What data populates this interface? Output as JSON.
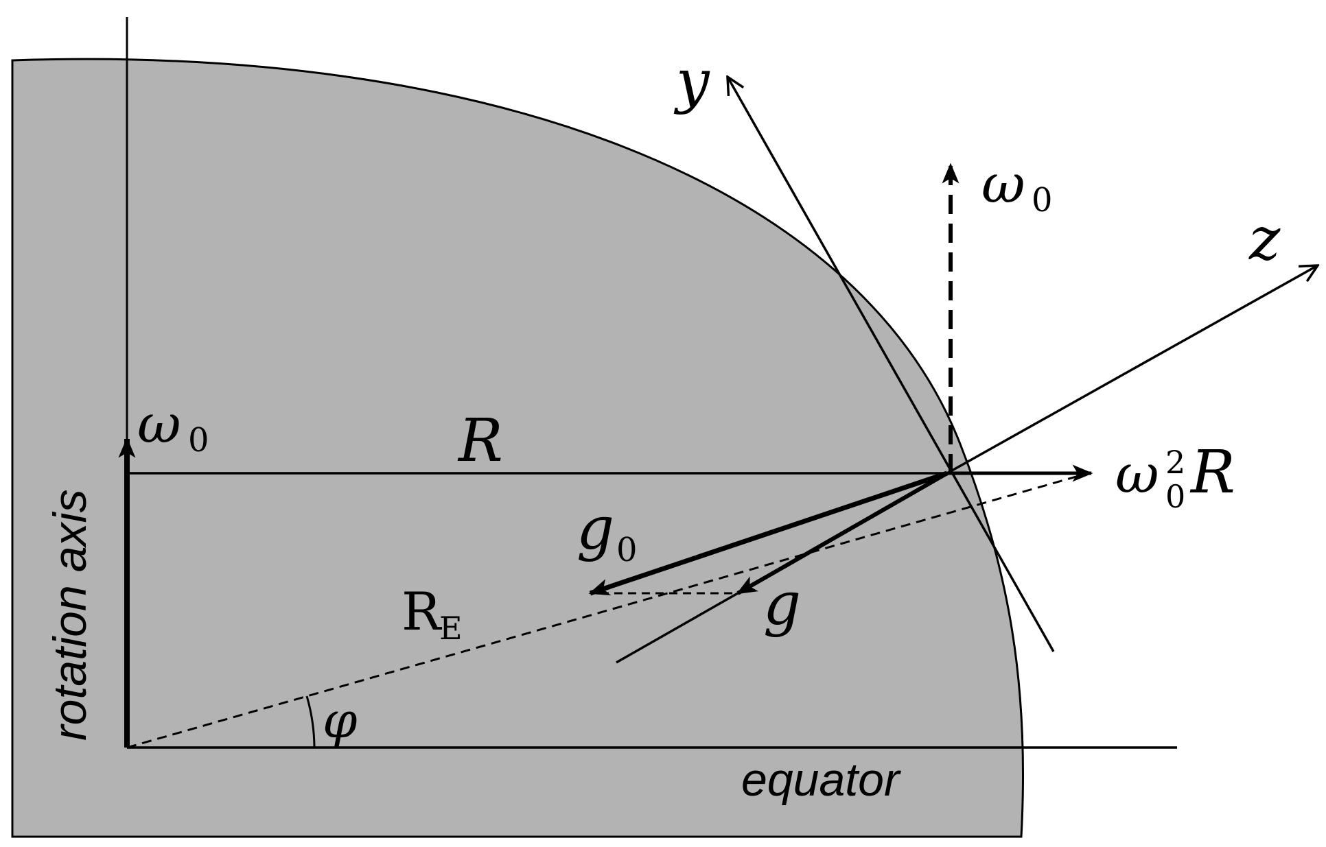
{
  "colors": {
    "earth_fill": "#b3b3b3",
    "ink": "#000000",
    "background": "#ffffff"
  },
  "labels": {
    "axis_y": "y",
    "axis_z": "z",
    "omega_local": "ω",
    "omega_local_sub": "0",
    "omega_axis": "ω",
    "omega_axis_sub": "0",
    "radius": "R",
    "centrifugal_base": "ω",
    "centrifugal_sup": "2",
    "centrifugal_sub": "0",
    "centrifugal_tail": "R",
    "g0": "g",
    "g0_sub": "0",
    "g": "g",
    "earth_radius": "R",
    "earth_radius_sub": "E",
    "latitude": "φ",
    "rotation_axis": "rotation axis",
    "equator": "equator"
  }
}
